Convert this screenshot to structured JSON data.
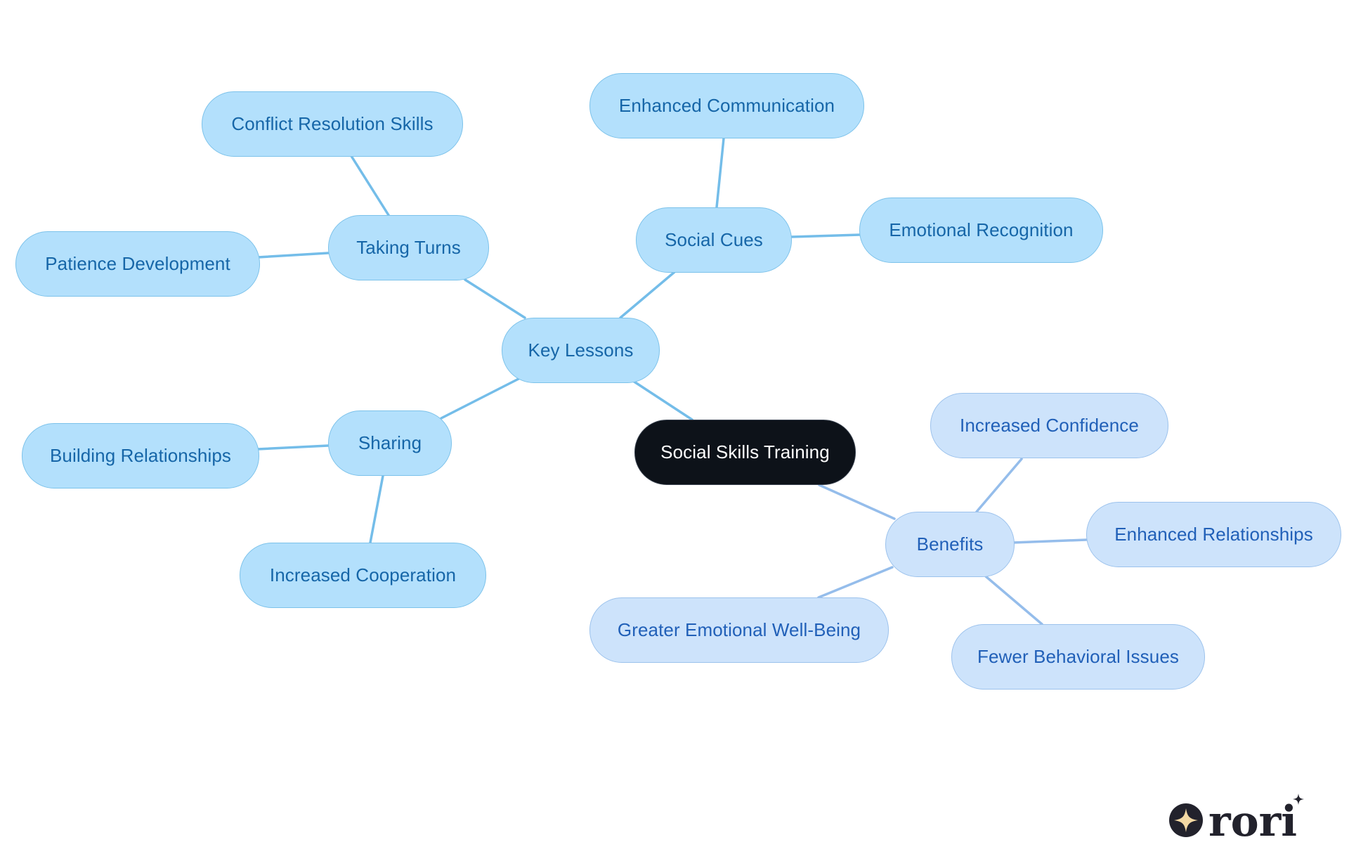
{
  "colors": {
    "root_fill": "#0d1219",
    "root_text": "#ffffff",
    "lessons_fill": "#b3e0fc",
    "lessons_border": "#7cc2ea",
    "lessons_text": "#1666a8",
    "lessons_edge": "#74bde9",
    "benefits_fill": "#cde3fb",
    "benefits_border": "#9cc2ec",
    "benefits_text": "#2160b8",
    "benefits_edge": "#95bdeb",
    "logo_dark": "#22222c",
    "logo_star": "#f3d9a4"
  },
  "mindmap": {
    "root": "Social Skills Training",
    "key_lessons": {
      "label": "Key Lessons",
      "taking_turns": {
        "label": "Taking Turns",
        "children": [
          "Conflict Resolution Skills",
          "Patience Development"
        ]
      },
      "social_cues": {
        "label": "Social Cues",
        "children": [
          "Enhanced Communication",
          "Emotional Recognition"
        ]
      },
      "sharing": {
        "label": "Sharing",
        "children": [
          "Building Relationships",
          "Increased Cooperation"
        ]
      }
    },
    "benefits": {
      "label": "Benefits",
      "children": [
        "Increased Confidence",
        "Enhanced Relationships",
        "Fewer Behavioral Issues",
        "Greater Emotional Well-Being"
      ]
    }
  },
  "logo": {
    "text": "rori",
    "icon": "sparkle-icon"
  }
}
